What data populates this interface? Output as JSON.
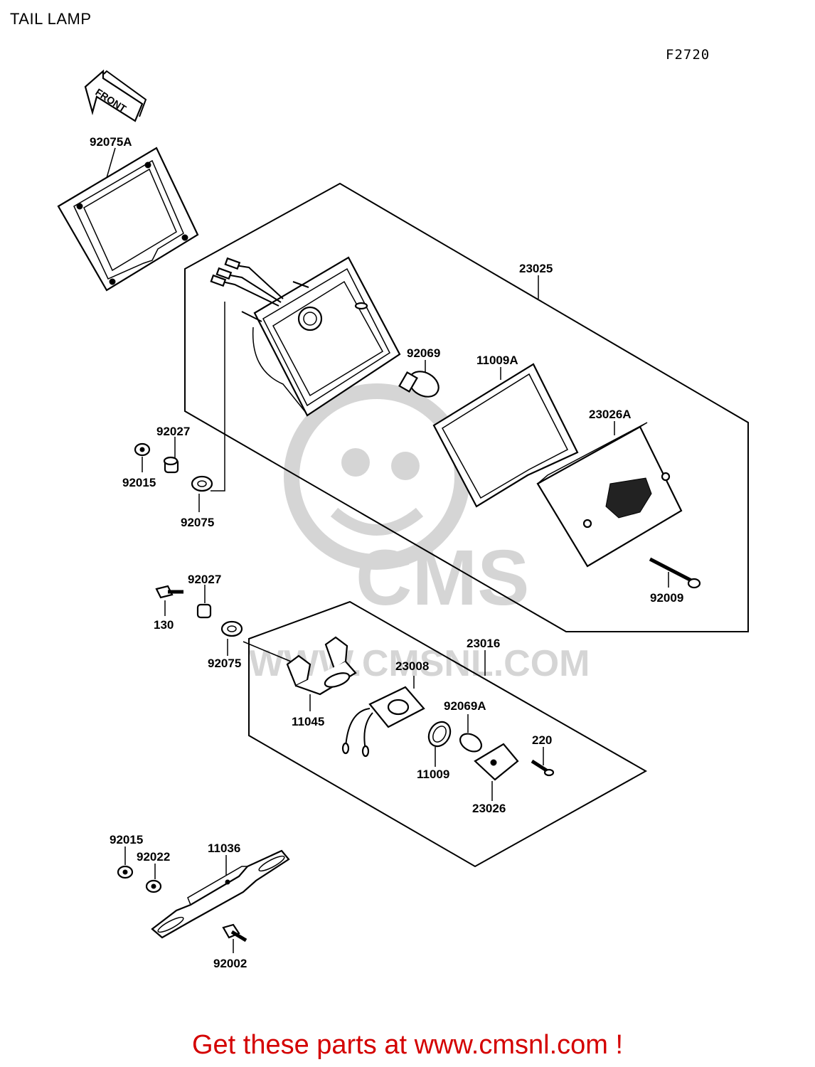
{
  "header": {
    "title": "TAIL LAMP",
    "figure_code": "F2720"
  },
  "front_arrow": {
    "label": "FRONT"
  },
  "watermark": {
    "text": "CMS",
    "url": "WWW.CMSNL.COM"
  },
  "parts": [
    "92075A",
    "23025",
    "92069",
    "11009A",
    "23026A",
    "92027",
    "92015",
    "92075",
    "92009",
    "92027",
    "130",
    "92075",
    "23016",
    "23008",
    "92069A",
    "220",
    "11045",
    "11009",
    "23026",
    "92015",
    "92022",
    "11036",
    "92002"
  ],
  "footer": {
    "text": "Get these parts at www.cmsnl.com !"
  },
  "colors": {
    "footer": "#d40000",
    "lines": "#000000",
    "background": "#ffffff"
  }
}
